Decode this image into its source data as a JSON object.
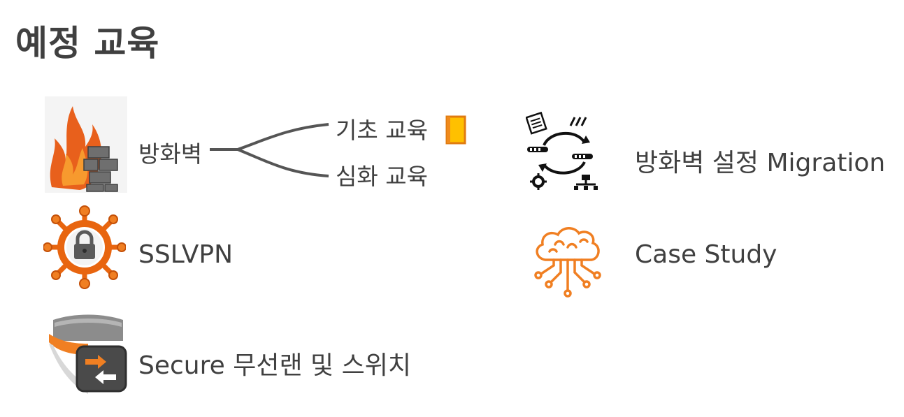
{
  "page": {
    "title": "예정 교육"
  },
  "left_items": [
    {
      "label": "방화벽",
      "icon": "firewall-icon"
    },
    {
      "label": "SSLVPN",
      "icon": "sslvpn-lock-icon"
    },
    {
      "label": "Secure 무선랜 및 스위치",
      "icon": "switch-shield-icon"
    }
  ],
  "firewall_branches": [
    {
      "label": "기초 교육",
      "icon": "document-scroll-icon"
    },
    {
      "label": "심화 교육"
    }
  ],
  "right_items": [
    {
      "label": "방화벽 설정 Migration",
      "icon": "migration-cycle-icon"
    },
    {
      "label": "Case Study",
      "icon": "brain-circuit-icon"
    }
  ],
  "colors": {
    "text": "#404040",
    "accent_orange": "#f07f22",
    "doc_yellow": "#ffc000"
  }
}
